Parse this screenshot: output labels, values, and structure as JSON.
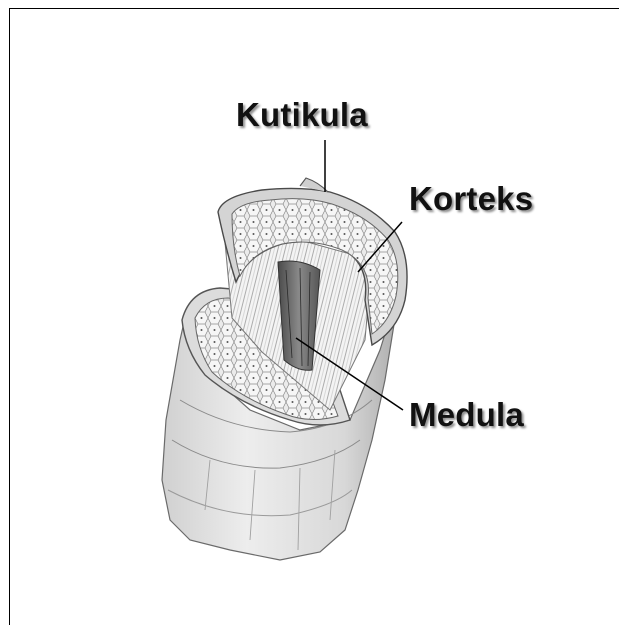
{
  "labels": {
    "cuticle": "Kutikula",
    "cortex": "Korteks",
    "medulla": "Medula"
  },
  "colors": {
    "background": "#ffffff",
    "ink": "#111111",
    "pencil_dark": "#5a5a5a",
    "pencil_light": "#cfcfcf"
  }
}
